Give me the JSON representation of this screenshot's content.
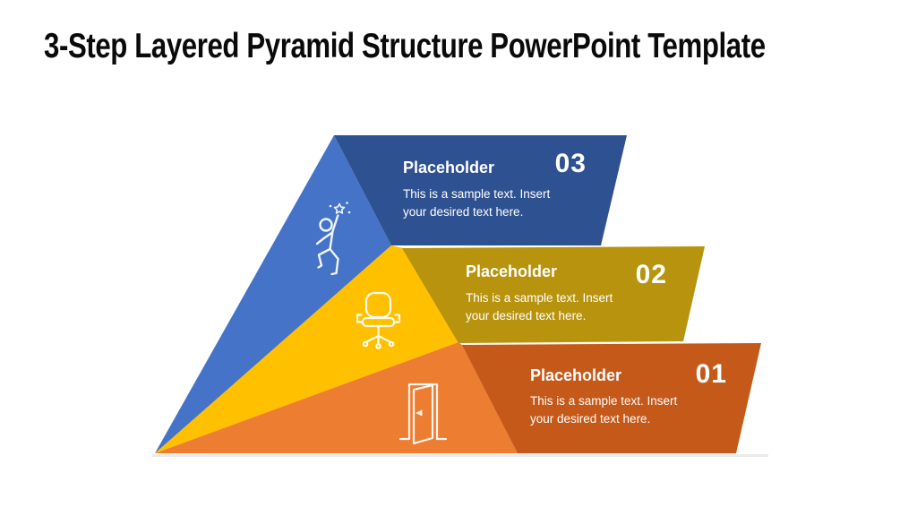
{
  "title": "3-Step Layered Pyramid Structure PowerPoint Template",
  "colors": {
    "background": "#FFFFFF",
    "title_text": "#0A0A0A",
    "band_text": "#FFFFFF",
    "blue_face": "#4573C8",
    "blue_band": "#2E5191",
    "yellow_face": "#FFC000",
    "yellow_band": "#B8930E",
    "orange_face": "#ED7D31",
    "orange_band": "#C5591A"
  },
  "steps": [
    {
      "number": "03",
      "label": "Placeholder",
      "description": "This is a sample text. Insert your desired text here.",
      "icon": "person-reaching-star-icon",
      "face_color": "#4573C8",
      "band_color": "#2E5191"
    },
    {
      "number": "02",
      "label": "Placeholder",
      "description": "This is a sample text. Insert your desired text here.",
      "icon": "office-chair-icon",
      "face_color": "#FFC000",
      "band_color": "#B8930E"
    },
    {
      "number": "01",
      "label": "Placeholder",
      "description": "This is a sample text. Insert your desired text here.",
      "icon": "open-door-icon",
      "face_color": "#ED7D31",
      "band_color": "#C5591A"
    }
  ]
}
